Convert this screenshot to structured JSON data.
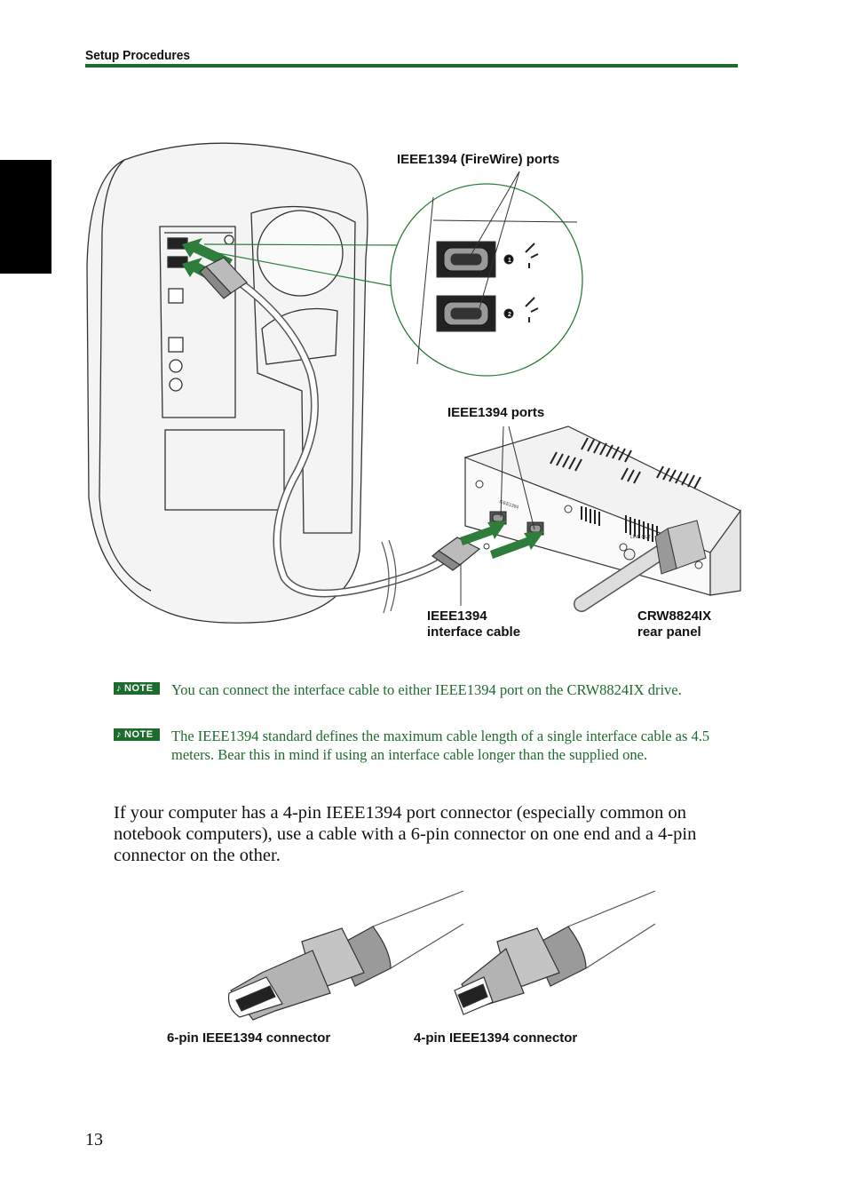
{
  "header": {
    "section_title": "Setup Procedures"
  },
  "diagram": {
    "firewire_ports_label": "IEEE1394 (FireWire) ports",
    "port_numbers": [
      "1",
      "2"
    ],
    "drive_ports_label": "IEEE1394 ports",
    "cable_label_line1": "IEEE1394",
    "cable_label_line2": "interface cable",
    "panel_label_line1": "CRW8824IX",
    "panel_label_line2": "rear panel",
    "panel_small_text": "IEEE1394",
    "line_out_text": "LINE OUT"
  },
  "notes": [
    {
      "badge": "NOTE",
      "text": "You can connect the interface cable to either IEEE1394 port on the CRW8824IX drive."
    },
    {
      "badge": "NOTE",
      "text": "The IEEE1394 standard defines the maximum cable length of a single interface cable as 4.5 meters.  Bear this in mind if using an interface cable longer than the supplied one."
    }
  ],
  "body": {
    "paragraph": "If your computer has a 4-pin IEEE1394 port connector (especially common on notebook computers), use a cable with a 6-pin connector on one end and a 4-pin connector on the other."
  },
  "connectors": {
    "six_pin_label": "6-pin IEEE1394 connector",
    "four_pin_label": "4-pin IEEE1394 connector"
  },
  "footer": {
    "page_number": "13"
  },
  "colors": {
    "accent_green": "#1e6b2e",
    "arrow_green": "#2e7d3a"
  }
}
